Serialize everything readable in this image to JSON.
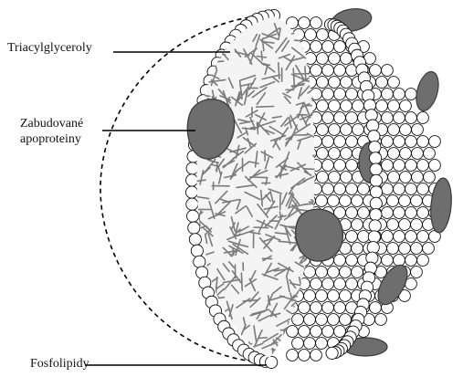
{
  "labels": {
    "triacylglycerols": "Triacylglyceroly",
    "apoproteins_line1": "Zabudované",
    "apoproteins_line2": "apoproteiny",
    "phospholipids": "Fosfolipidy"
  },
  "colors": {
    "outline": "#111111",
    "sphere_fill": "#ffffff",
    "protein_fill": "#6e6e6e",
    "protein_dark": "#3a3a3a",
    "tail_stroke": "#7a7a7a",
    "dashed_outline": "#000000"
  }
}
